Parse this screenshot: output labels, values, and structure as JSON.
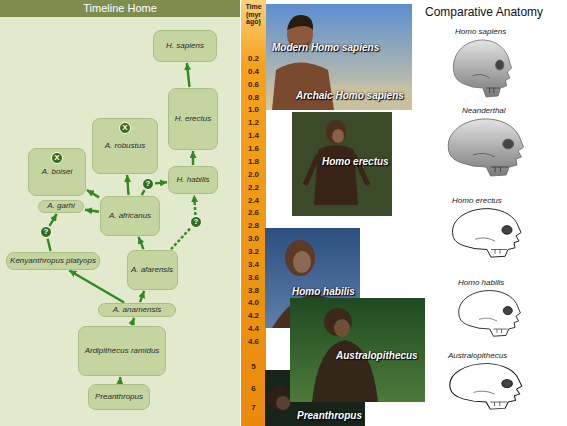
{
  "diagram": {
    "title": "Timeline Home",
    "nodes": [
      {
        "text": [
          "H. sapiens"
        ]
      },
      {
        "text": [
          "A. robustus"
        ]
      },
      {
        "text": [
          "X"
        ],
        "in": 1
      },
      {
        "text": [
          "A. boisei"
        ]
      },
      {
        "text": [
          "X"
        ],
        "in": 3
      },
      {
        "text": [
          "H. erectus"
        ]
      },
      {
        "text": [
          "H. habilis"
        ]
      },
      {
        "text": [
          "?"
        ]
      },
      {
        "text": [
          "A. garhi"
        ]
      },
      {
        "text": [
          "A. africanus"
        ]
      },
      {
        "text": [
          "?"
        ]
      },
      {
        "text": [
          "?"
        ]
      },
      {
        "text": [
          "A. afarensis"
        ]
      },
      {
        "text": [
          "Kenyanthropus platyops"
        ]
      },
      {
        "text": [
          "A. anamensis"
        ]
      },
      {
        "text": [
          "Ardipithecus ramidus"
        ]
      },
      {
        "text": [
          "Preanthropus"
        ]
      }
    ],
    "edges": [
      {
        "from": 16,
        "to": 15,
        "arrow": "to"
      },
      {
        "from": 15,
        "to": 14,
        "arrow": "to"
      },
      {
        "from": 14,
        "to": 13,
        "arrow": "to"
      },
      {
        "from": 14,
        "to": 12,
        "arrow": "to"
      },
      {
        "from": 12,
        "to": 9,
        "arrow": "to"
      },
      {
        "from": 12,
        "to": 11,
        "arrow": "none"
      },
      {
        "from": 11,
        "to": 6,
        "arrow": "to"
      },
      {
        "from": 13,
        "to": 10,
        "arrow": "none"
      },
      {
        "from": 10,
        "to": 8,
        "arrow": "to"
      },
      {
        "from": 9,
        "to": 8,
        "arrow": "to"
      },
      {
        "from": 9,
        "to": 3,
        "arrow": "to"
      },
      {
        "from": 9,
        "to": 1,
        "arrow": "to"
      },
      {
        "from": 9,
        "to": 7,
        "arrow": "none"
      },
      {
        "from": 7,
        "to": 6,
        "arrow": "to"
      },
      {
        "from": 6,
        "to": 5,
        "arrow": "to"
      },
      {
        "from": 5,
        "to": 0,
        "arrow": "to"
      }
    ],
    "labels": [
      "Time (myr ago)",
      "0.2",
      "0.4",
      "0.6",
      "0.8",
      "1.0",
      "1.2",
      "1.4",
      "1.6",
      "1.8",
      "2.0",
      "2.2",
      "2.4",
      "2.6",
      "2.8",
      "3.0",
      "3.2",
      "3.4",
      "3.6",
      "3.8",
      "4.0",
      "4.2",
      "4.4",
      "4.6",
      "5",
      "6",
      "7",
      "Modern Homo sapiens",
      "Archaic Homo sapiens",
      "Homo erectus",
      "Homo habilis",
      "Australopithecus",
      "Preanthropus",
      "Comparative Anatomy",
      "Homo sapiens",
      "Neanderthal",
      "Homo erectus",
      "Homo habilis",
      "Australopithecus"
    ]
  }
}
